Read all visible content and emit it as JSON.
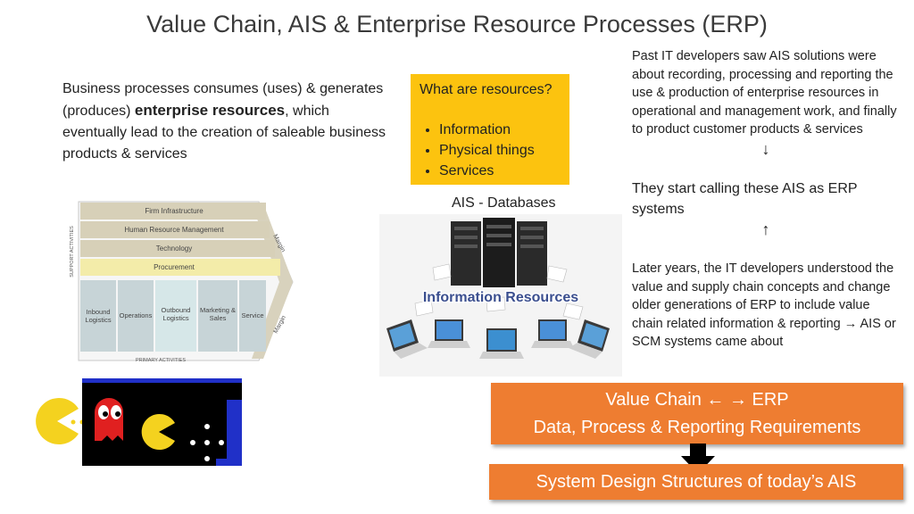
{
  "title": "Value Chain, AIS & Enterprise Resource Processes (ERP)",
  "intro": {
    "before": "Business processes consumes (uses) & generates (produces) ",
    "bold": "enterprise resources",
    "after": ", which eventually lead to the creation of saleable business products & services"
  },
  "resources": {
    "heading": "What are resources?",
    "items": [
      "Information",
      "Physical things",
      "Services"
    ]
  },
  "ais_label": "AIS - Databases",
  "info_resources_label": "Information Resources",
  "value_chain": {
    "support_label": "SUPPORT ACTIVITIES",
    "primary_label": "PRIMARY ACTIVITIES",
    "margin_label": "Margin",
    "support": [
      "Firm Infrastructure",
      "Human Resource Management",
      "Technology",
      "Procurement"
    ],
    "primary": [
      "Inbound Logistics",
      "Operations",
      "Outbound Logistics",
      "Marketing & Sales",
      "Service"
    ]
  },
  "right": {
    "para1": "Past IT developers saw AIS solutions were about  recording, processing and reporting the use & production of enterprise resources in operational and management work, and finally to product customer products & services",
    "down_arrow": "↓",
    "para2": "They start calling these AIS as ERP systems",
    "up_arrow": "↑",
    "para3_a": "Later years, the IT developers understood the value and supply chain concepts and change older generations of ERP to include value chain related information & reporting ",
    "para3_arrow": "→",
    "para3_b": " AIS or SCM systems came about"
  },
  "box_value_chain": {
    "line1_a": "Value Chain ",
    "line1_arrows": "← →",
    "line1_b": " ERP",
    "line2": "Data, Process & Reporting Requirements"
  },
  "box_system_design": "System Design Structures of today’s AIS",
  "colors": {
    "orange": "#ee7d31",
    "yellow": "#fcc30f",
    "pacman": "#f4d21f",
    "ghost": "#e02020",
    "maze_blue": "#2030c8"
  }
}
